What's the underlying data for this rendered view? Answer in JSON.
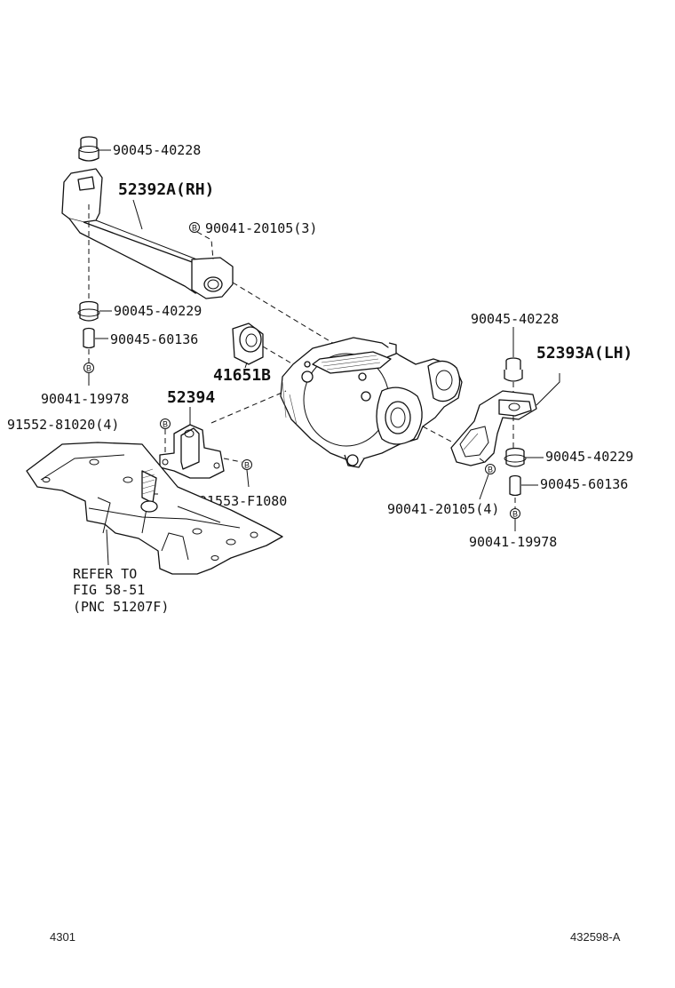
{
  "labels": {
    "p_90045_40228_top": "90045-40228",
    "p_52392A": "52392A(RH)",
    "p_90041_20105_3": "90041-20105(3)",
    "p_90045_40229_left": "90045-40229",
    "p_90045_60136_left": "90045-60136",
    "p_41651B": "41651B",
    "p_90041_19978_left": "90041-19978",
    "p_52394": "52394",
    "p_91552_81020": "91552-81020(4)",
    "p_91553_F1080": "91553-F1080",
    "p_90045_40228_right": "90045-40228",
    "p_52393A": "52393A(LH)",
    "p_90045_40229_right": "90045-40229",
    "p_90045_60136_right": "90045-60136",
    "p_90041_20105_4": "90041-20105(4)",
    "p_90041_19978_right": "90041-19978",
    "refer_line1": "REFER TO",
    "refer_line2": "FIG 58-51",
    "refer_line3": "(PNC 51207F)"
  },
  "footer": {
    "left_code": "4301",
    "right_code": "432598-A"
  },
  "bolt_marker": "B",
  "colors": {
    "line": "#111111",
    "background": "#ffffff"
  }
}
